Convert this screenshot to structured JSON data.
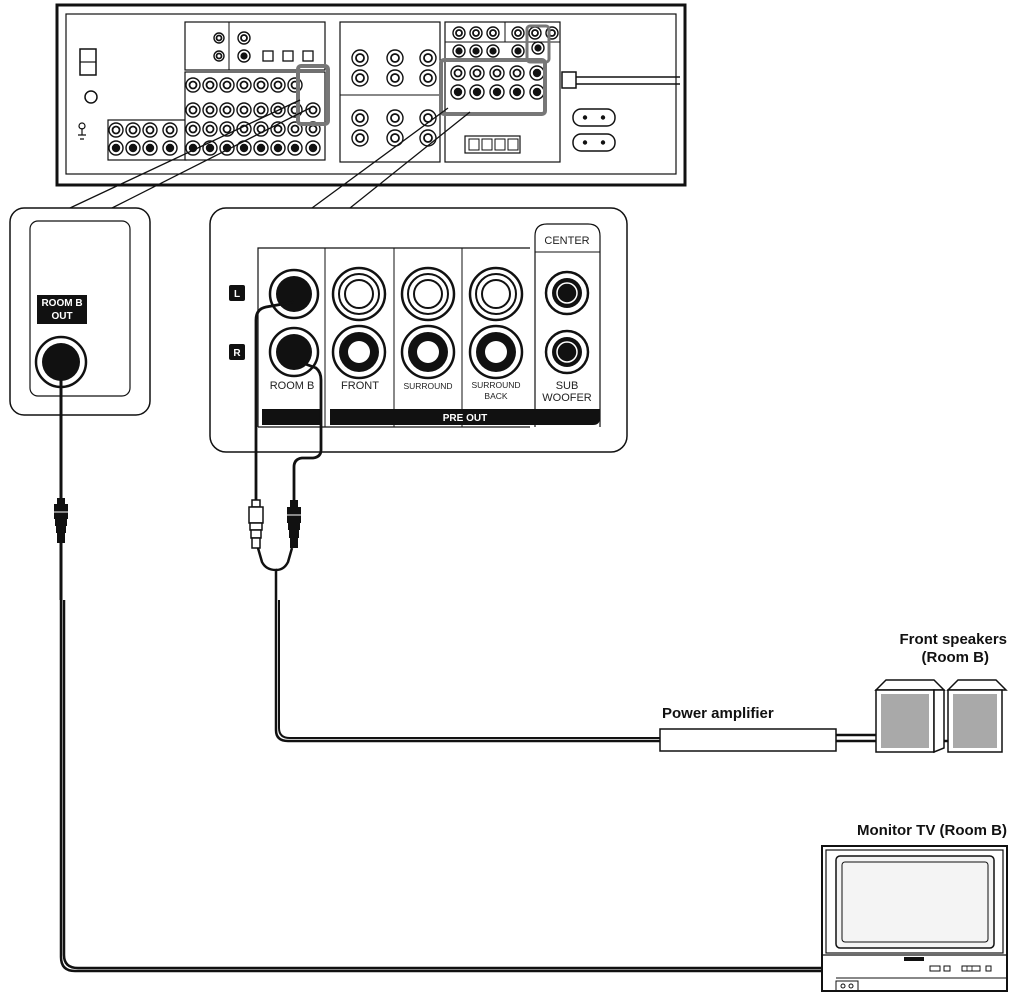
{
  "labels": {
    "room_b_out": [
      "ROOM B",
      "OUT"
    ],
    "channel_l": "L",
    "channel_r": "R",
    "center": "CENTER",
    "room_b": "ROOM B",
    "front": "FRONT",
    "surround": "SURROUND",
    "surround_back": [
      "SURROUND",
      "BACK"
    ],
    "subwoofer": [
      "SUB",
      "WOOFER"
    ],
    "pre_out": "PRE OUT",
    "front_speakers": [
      "Front speakers",
      "(Room B)"
    ],
    "power_amplifier": "Power amplifier",
    "monitor_tv": "Monitor TV (Room B)"
  },
  "colors": {
    "line": "#111111",
    "highlight": "#777777",
    "speaker_face": "#a9a9a9",
    "tv_screen": "#f4f4f4"
  }
}
